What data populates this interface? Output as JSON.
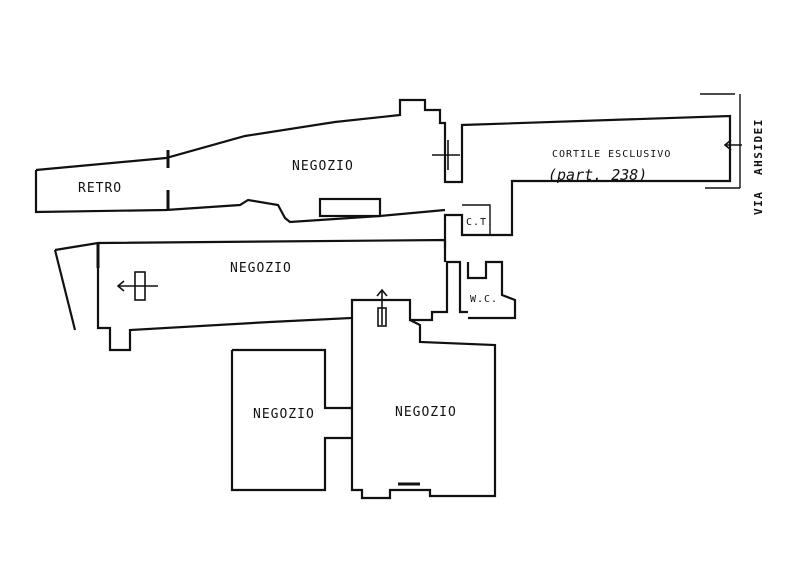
{
  "rooms": {
    "retro": "RETRO",
    "negozio_top": "NEGOZIO",
    "negozio_middle": "NEGOZIO",
    "negozio_bottom_left": "NEGOZIO",
    "negozio_bottom_right": "NEGOZIO",
    "cortile": "CORTILE ESCLUSIVO",
    "particella": "(part. 238)",
    "ct": "C.T.",
    "wc": "W.C."
  },
  "street": {
    "via": "VIA",
    "name": "AHSIDEI"
  }
}
